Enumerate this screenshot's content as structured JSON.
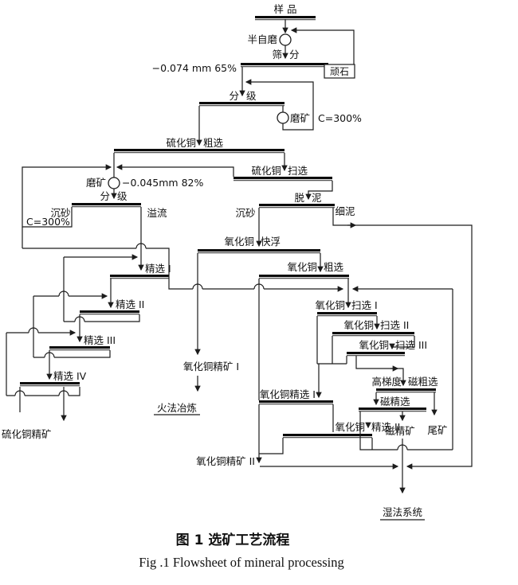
{
  "figure": {
    "caption_zh": "图 1  选矿工艺流程",
    "caption_en": "Fig .1   Flowsheet of mineral processing"
  },
  "colors": {
    "ink": "#1c1c1c",
    "background": "#ffffff"
  },
  "labels": {
    "sample": "样  品",
    "sag_mill": "半自磨",
    "screen_pre": "筛",
    "screen_post": "分",
    "pebble": "顽石",
    "screen_fineness": "−0.074 mm  65%",
    "classify1_pre": "分",
    "classify1_post": "级",
    "ball_mill": "磨矿",
    "circulating_load_right": "C=300%",
    "cu_sulfide_rougher_pre": "硫化铜",
    "cu_sulfide_rougher_post": "粗选",
    "regrind_mill": "磨矿",
    "regrind_fineness": "−0.045mm  82%",
    "classify2_pre": "分",
    "classify2_post": "级",
    "classify2_sand": "沉砂",
    "classify2_overflow": "溢流",
    "circulating_load_left": "C=300%",
    "cu_sulfide_scavenger_pre": "硫化铜",
    "cu_sulfide_scavenger_post": "扫选",
    "deslime_pre": "脱",
    "deslime_post": "泥",
    "deslime_sand": "沉砂",
    "deslime_slime": "细泥",
    "cu_sulfide_cleaner1": "精选 I",
    "cu_sulfide_cleaner2": "精选 II",
    "cu_sulfide_cleaner3": "精选 III",
    "cu_sulfide_cleaner4": "精选 IV",
    "cu_sulfide_concentrate": "硫化铜精矿",
    "cu_oxide_fast_pre": "氧化铜",
    "cu_oxide_fast_post": "快浮",
    "cu_oxide_rougher_pre": "氧化铜",
    "cu_oxide_rougher_post": "粗选",
    "cu_oxide_scav1_pre": "氧化铜",
    "cu_oxide_scav1_post": "扫选 I",
    "cu_oxide_scav2_pre": "氧化铜",
    "cu_oxide_scav2_post": "扫选 II",
    "cu_oxide_scav3_pre": "氧化铜",
    "cu_oxide_scav3_post": "扫选 III",
    "himag_rougher_pre": "高梯度",
    "himag_rougher_post": "磁粗选",
    "mag_cleaner": "磁精选",
    "mag_concentrate": "磁精矿",
    "tailings": "尾矿",
    "cu_oxide_concentrate1": "氧化铜精矿 I",
    "pyromet": "火法冶炼",
    "cu_oxide_cleaner1": "氧化铜精选 I",
    "cu_oxide_cleaner2_pre": "氧化铜",
    "cu_oxide_cleaner2_post": "精选 II",
    "cu_oxide_concentrate2": "氧化铜精矿 II",
    "hydromet": "湿法系统"
  }
}
